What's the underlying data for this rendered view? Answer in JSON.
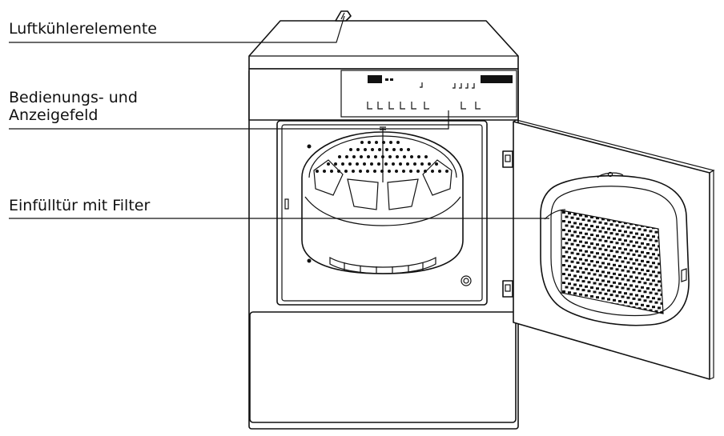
{
  "labels": {
    "luftkuehler": "Luftkühlerelemente",
    "bedienung_line1": "Bedienungs- und",
    "bedienung_line2": "Anzeigefeld",
    "einfuelltuer": "Einfülltür mit Filter"
  },
  "colors": {
    "line": "#111111",
    "background": "#ffffff"
  }
}
